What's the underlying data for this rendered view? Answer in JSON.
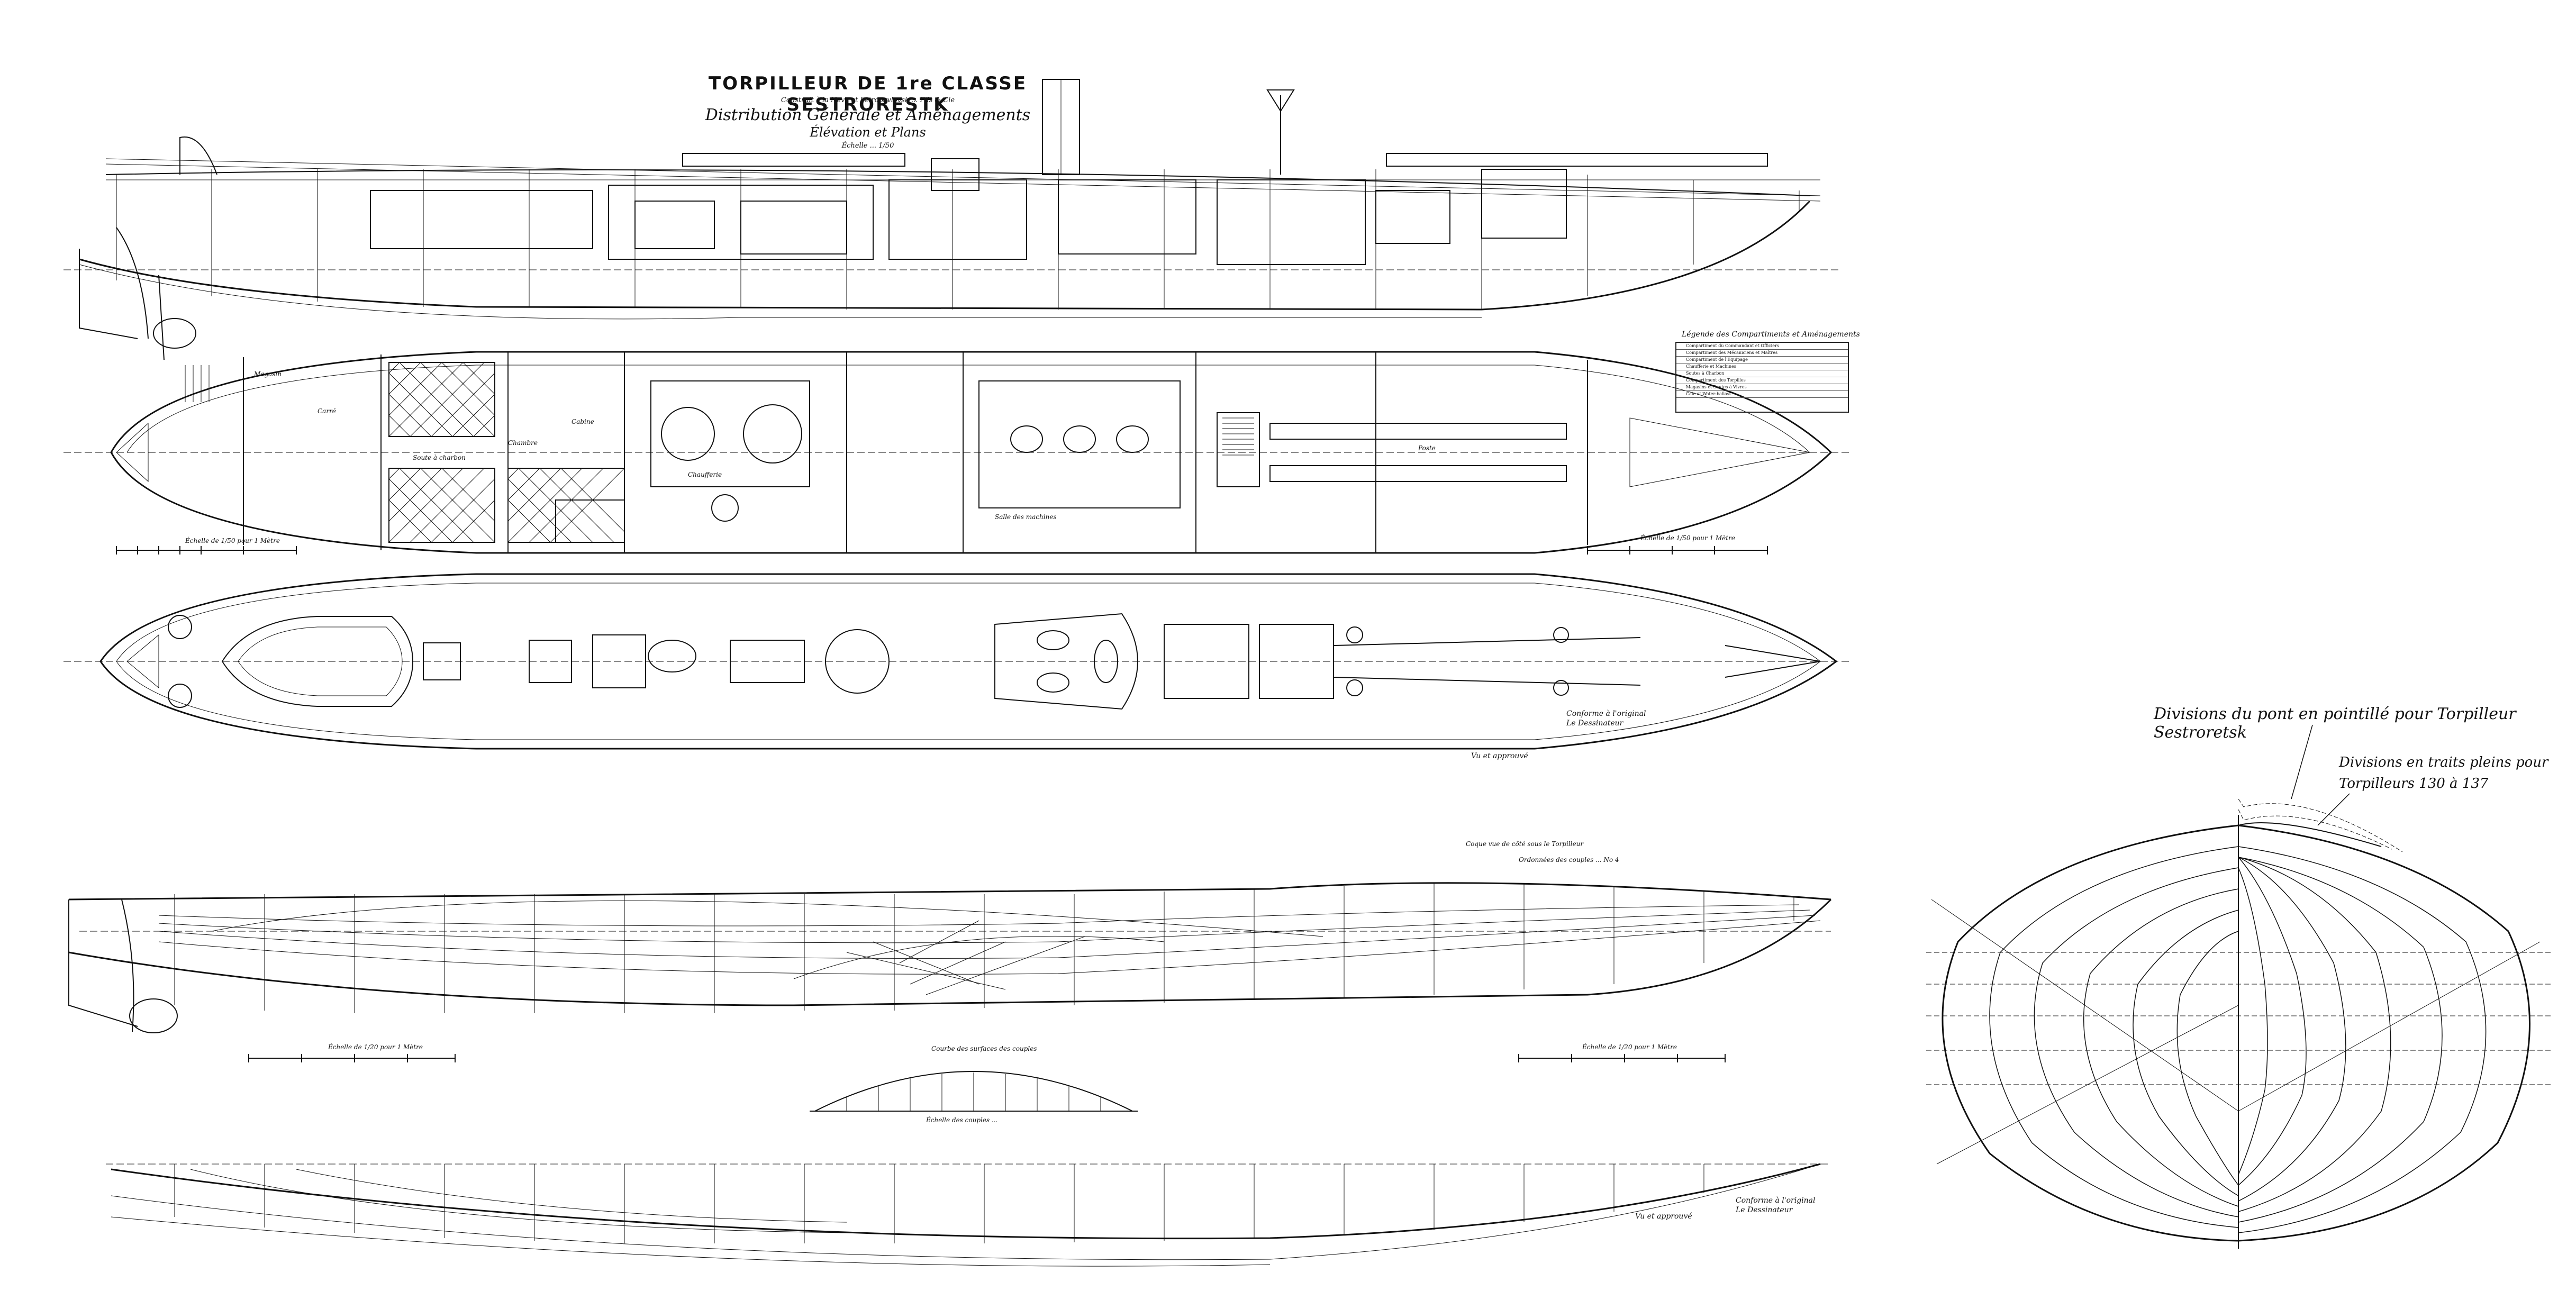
{
  "titles": {
    "main": "TORPILLEUR DE 1re CLASSE SESTRORESTK",
    "construction_note": "Construit à la Neva et Petropavlovsk ... Fils & Cie",
    "distribution": "Distribution Générale et Aménagements",
    "elevation": "Élévation et Plans",
    "scale": "Échelle ... 1/50"
  },
  "legend": {
    "title": "Légende des Compartiments et Aménagements",
    "rows": [
      "Compartiment du Commandant et Officiers",
      "Compartiment des Mécaniciens et Maîtres",
      "Compartiment de l'Équipage",
      "Chaufferie et Machines",
      "Soutes à Charbon",
      "Compartiment des Torpilles",
      "Magasins et Soutes à Vivres",
      "Cale et Water-ballast"
    ]
  },
  "notes": {
    "scale_left": "Échelle de 1/50 pour 1 Mètre",
    "scale_right": "Échelle de 1/50 pour 1 Mètre",
    "signature_top_1": "Vu et approuvé",
    "signature_top_2": "Conforme à l'original",
    "signature_top_3": "Le Dessinateur",
    "lines_note_1": "Coque vue de côté sous le Torpilleur",
    "lines_note_2": "Ordonnées des couples ... No 4",
    "scale_lines_left": "Échelle de 1/20 pour 1 Mètre",
    "scale_lines_right": "Échelle de 1/20 pour 1 Mètre",
    "curve_title": "Courbe des surfaces des couples",
    "curve_sub": "Échelle des couples ...",
    "signature_bottom_1": "Vu et approuvé",
    "signature_bottom_2": "Conforme à l'original",
    "signature_bottom_3": "Le Dessinateur"
  },
  "body_plan": {
    "title": "Divisions du pont en pointillé pour Torpilleur Sestroretsk",
    "subtitle_1": "Divisions en traits pleins pour",
    "subtitle_2": "Torpilleurs 130 à 137"
  },
  "compartments": {
    "c1": "Carré",
    "c2": "Chambre",
    "c3": "Cabine",
    "c4": "Salle des machines",
    "c5": "Chaufferie",
    "c6": "Soute à charbon",
    "c7": "Poste",
    "c8": "Magasin"
  },
  "colors": {
    "ink": "#111111",
    "paper": "#ffffff",
    "grid": "#888888"
  }
}
